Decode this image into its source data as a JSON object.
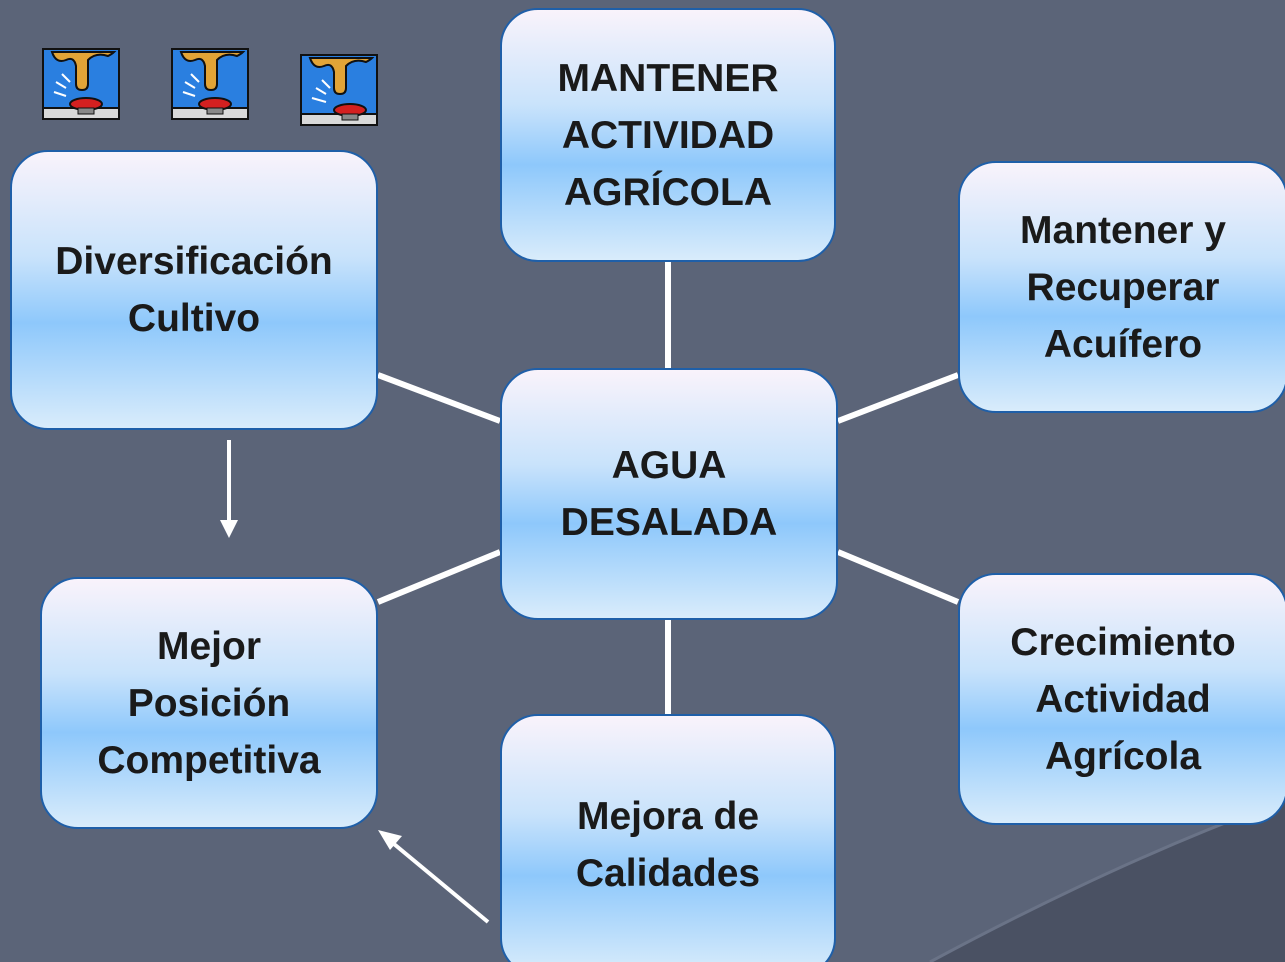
{
  "colors": {
    "background": "#5b6478",
    "node_border": "#1f5fa8",
    "node_gradient_top": "#f9f3fb",
    "node_gradient_mid": "#8ec8fb",
    "connector": "#ffffff",
    "text": "#1a1a1a"
  },
  "toolbar": {
    "icons": [
      {
        "name": "press-button-icon"
      },
      {
        "name": "press-button-icon"
      },
      {
        "name": "press-button-icon"
      }
    ]
  },
  "diagram": {
    "center": {
      "label": "AGUA\nDESALADA"
    },
    "nodes": {
      "top": {
        "label": "MANTENER\nACTIVIDAD\nAGRÍCOLA"
      },
      "upper_left": {
        "label": "Diversificación\nCultivo"
      },
      "upper_right": {
        "label": "Mantener y\nRecuperar\nAcuífero"
      },
      "lower_left": {
        "label": "Mejor\nPosición\nCompetitiva"
      },
      "lower_right": {
        "label": "Crecimiento\nActividad\nAgrícola"
      },
      "bottom": {
        "label": "Mejora de\nCalidades"
      }
    }
  }
}
